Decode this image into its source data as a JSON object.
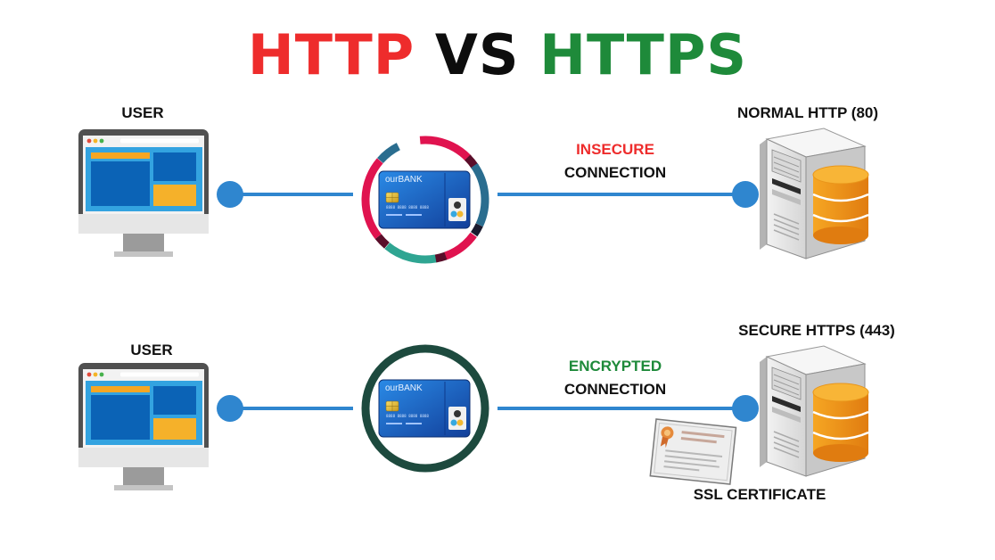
{
  "title": {
    "part1": "HTTP",
    "part2": "VS",
    "part3": "HTTPS"
  },
  "colors": {
    "http_red": "#ee2c2c",
    "vs_black": "#0d0d0d",
    "https_green": "#1e8a3a",
    "line_blue": "#2f86cf",
    "secure_ring": "#1d4a3e",
    "card_blue": "#1f6fd0"
  },
  "top_row": {
    "user_label": "USER",
    "server_label": "NORMAL HTTP (80)",
    "connection_status": "INSECURE",
    "connection_word": "CONNECTION",
    "card_brand": "ourBANK"
  },
  "bottom_row": {
    "user_label": "USER",
    "server_label": "SECURE HTTPS (443)",
    "connection_status": "ENCRYPTED",
    "connection_word": "CONNECTION",
    "card_brand": "ourBANK",
    "certificate_label": "SSL CERTIFICATE"
  },
  "icons": [
    "monitor-icon",
    "credit-card-icon",
    "server-icon",
    "database-icon",
    "certificate-icon"
  ]
}
